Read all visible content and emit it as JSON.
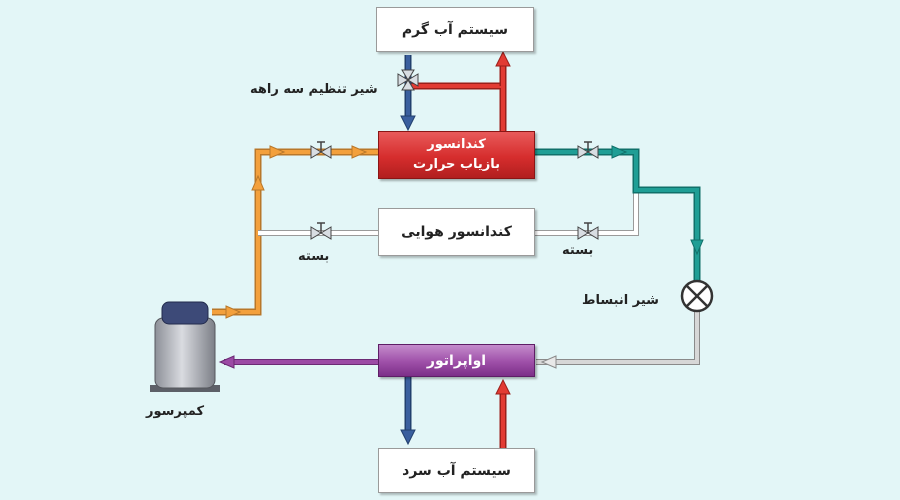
{
  "hot_water_system": "سیستم آب گرم",
  "three_way_valve": "شیر تنظیم سه راهه",
  "condenser_heat_recovery": {
    "line1": "کندانسور",
    "line2": "بازیاب حرارت"
  },
  "air_condenser": "کندانسور هوایی",
  "closed_left": "بسته",
  "closed_right": "بسته",
  "expansion_valve": "شیر انبساط",
  "evaporator": "اواپراتور",
  "compressor": "کمپرسور",
  "cold_water_system": "سیستم آب سرد",
  "colors": {
    "background": "#e3f6f7",
    "hot_gas_line": "#f3a03c",
    "liquid_line": "#1f9e95",
    "suction_line": "#9c4aa5",
    "water_supply": "#e23b33",
    "water_return": "#3a5f9e",
    "idle_line": "#ffffff"
  }
}
